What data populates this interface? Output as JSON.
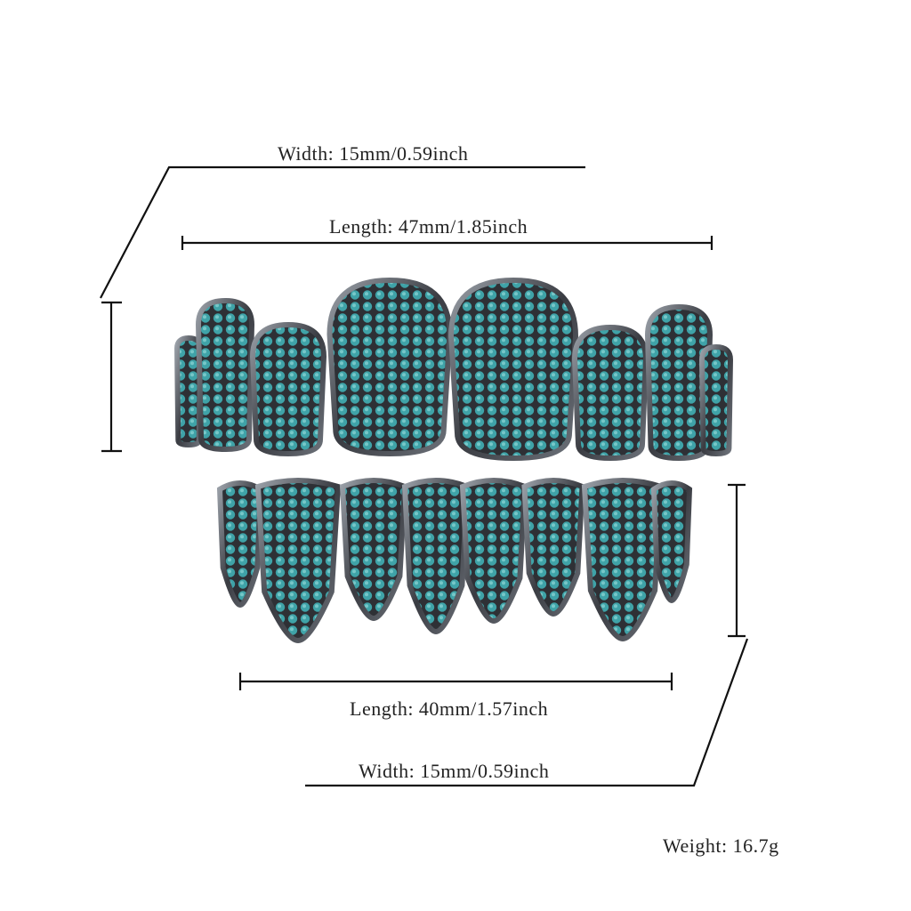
{
  "product": {
    "upper": {
      "width_label": "Width: 15mm/0.59inch",
      "length_label": "Length: 47mm/1.85inch"
    },
    "lower": {
      "length_label": "Length: 40mm/1.57inch",
      "width_label": "Width: 15mm/0.59inch"
    },
    "weight_label": "Weight: 16.7g"
  },
  "colors": {
    "stone": "#3fa3a8",
    "metal": "#3a3c42",
    "line": "#111111"
  }
}
